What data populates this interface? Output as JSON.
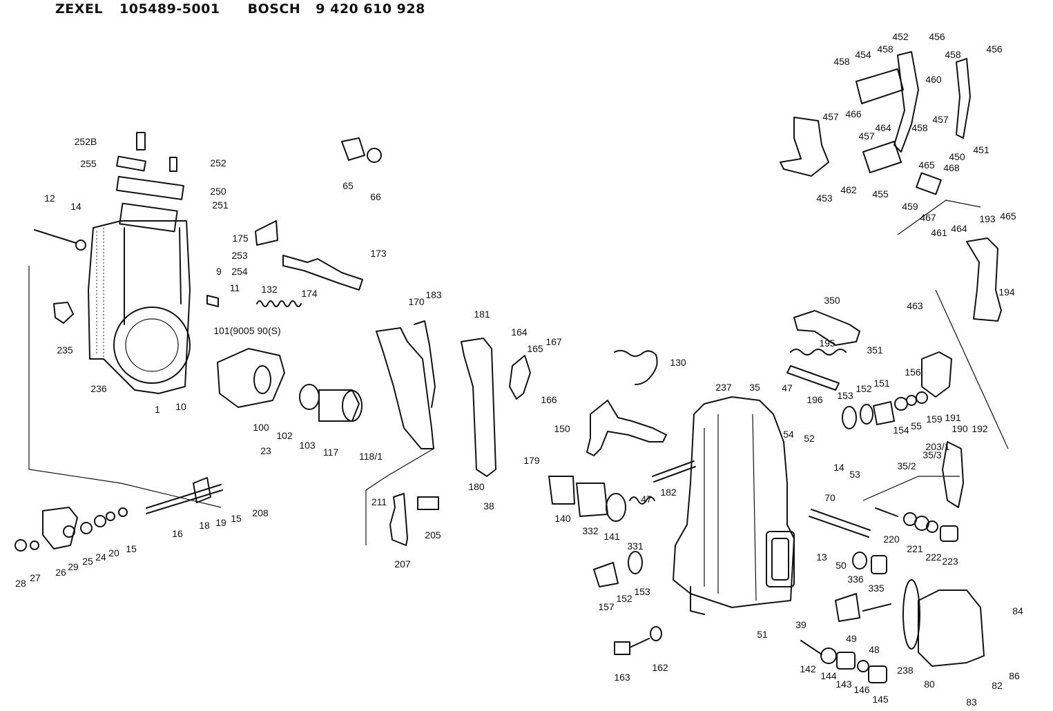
{
  "header": {
    "brand1": "ZEXEL",
    "part_no_1": "105489-5001",
    "brand2": "BOSCH",
    "part_no_2": "9 420 610 928"
  },
  "callouts": [
    {
      "id": "1",
      "label": "1"
    },
    {
      "id": "9",
      "label": "9"
    },
    {
      "id": "10",
      "label": "10"
    },
    {
      "id": "11",
      "label": "11"
    },
    {
      "id": "12",
      "label": "12"
    },
    {
      "id": "13",
      "label": "13"
    },
    {
      "id": "14a",
      "label": "14"
    },
    {
      "id": "14b",
      "label": "14"
    },
    {
      "id": "15a",
      "label": "15"
    },
    {
      "id": "15b",
      "label": "15"
    },
    {
      "id": "16",
      "label": "16"
    },
    {
      "id": "18",
      "label": "18"
    },
    {
      "id": "19",
      "label": "19"
    },
    {
      "id": "20",
      "label": "20"
    },
    {
      "id": "23",
      "label": "23"
    },
    {
      "id": "24",
      "label": "24"
    },
    {
      "id": "25",
      "label": "25"
    },
    {
      "id": "26",
      "label": "26"
    },
    {
      "id": "27",
      "label": "27"
    },
    {
      "id": "28",
      "label": "28"
    },
    {
      "id": "29",
      "label": "29"
    },
    {
      "id": "35",
      "label": "35"
    },
    {
      "id": "35_2",
      "label": "35/2"
    },
    {
      "id": "35_3",
      "label": "35/3"
    },
    {
      "id": "38",
      "label": "38"
    },
    {
      "id": "39",
      "label": "39"
    },
    {
      "id": "47a",
      "label": "47"
    },
    {
      "id": "47b",
      "label": "47"
    },
    {
      "id": "48",
      "label": "48"
    },
    {
      "id": "49",
      "label": "49"
    },
    {
      "id": "50",
      "label": "50"
    },
    {
      "id": "51",
      "label": "51"
    },
    {
      "id": "52",
      "label": "52"
    },
    {
      "id": "53",
      "label": "53"
    },
    {
      "id": "54",
      "label": "54"
    },
    {
      "id": "55",
      "label": "55"
    },
    {
      "id": "65",
      "label": "65"
    },
    {
      "id": "66",
      "label": "66"
    },
    {
      "id": "70",
      "label": "70"
    },
    {
      "id": "80",
      "label": "80"
    },
    {
      "id": "82",
      "label": "82"
    },
    {
      "id": "83",
      "label": "83"
    },
    {
      "id": "84",
      "label": "84"
    },
    {
      "id": "86",
      "label": "86"
    },
    {
      "id": "100",
      "label": "100"
    },
    {
      "id": "101",
      "label": "101(9005 90(S)"
    },
    {
      "id": "102",
      "label": "102"
    },
    {
      "id": "103",
      "label": "103"
    },
    {
      "id": "117",
      "label": "117"
    },
    {
      "id": "118_1",
      "label": "118/1"
    },
    {
      "id": "130",
      "label": "130"
    },
    {
      "id": "132",
      "label": "132"
    },
    {
      "id": "140",
      "label": "140"
    },
    {
      "id": "141",
      "label": "141"
    },
    {
      "id": "142",
      "label": "142"
    },
    {
      "id": "143",
      "label": "143"
    },
    {
      "id": "144",
      "label": "144"
    },
    {
      "id": "145",
      "label": "145"
    },
    {
      "id": "146",
      "label": "146"
    },
    {
      "id": "150",
      "label": "150"
    },
    {
      "id": "151",
      "label": "151"
    },
    {
      "id": "152a",
      "label": "152"
    },
    {
      "id": "152b",
      "label": "152"
    },
    {
      "id": "153a",
      "label": "153"
    },
    {
      "id": "153b",
      "label": "153"
    },
    {
      "id": "154",
      "label": "154"
    },
    {
      "id": "156",
      "label": "156"
    },
    {
      "id": "157",
      "label": "157"
    },
    {
      "id": "159",
      "label": "159"
    },
    {
      "id": "162",
      "label": "162"
    },
    {
      "id": "163",
      "label": "163"
    },
    {
      "id": "164",
      "label": "164"
    },
    {
      "id": "165",
      "label": "165"
    },
    {
      "id": "166",
      "label": "166"
    },
    {
      "id": "167",
      "label": "167"
    },
    {
      "id": "170",
      "label": "170"
    },
    {
      "id": "173",
      "label": "173"
    },
    {
      "id": "174",
      "label": "174"
    },
    {
      "id": "175",
      "label": "175"
    },
    {
      "id": "179",
      "label": "179"
    },
    {
      "id": "180",
      "label": "180"
    },
    {
      "id": "181",
      "label": "181"
    },
    {
      "id": "182",
      "label": "182"
    },
    {
      "id": "183",
      "label": "183"
    },
    {
      "id": "190",
      "label": "190"
    },
    {
      "id": "191",
      "label": "191"
    },
    {
      "id": "192",
      "label": "192"
    },
    {
      "id": "193",
      "label": "193"
    },
    {
      "id": "194",
      "label": "194"
    },
    {
      "id": "195",
      "label": "195"
    },
    {
      "id": "196",
      "label": "196"
    },
    {
      "id": "203_1",
      "label": "203/1"
    },
    {
      "id": "205",
      "label": "205"
    },
    {
      "id": "207",
      "label": "207"
    },
    {
      "id": "208",
      "label": "208"
    },
    {
      "id": "211",
      "label": "211"
    },
    {
      "id": "220",
      "label": "220"
    },
    {
      "id": "221",
      "label": "221"
    },
    {
      "id": "222",
      "label": "222"
    },
    {
      "id": "223",
      "label": "223"
    },
    {
      "id": "235",
      "label": "235"
    },
    {
      "id": "236",
      "label": "236"
    },
    {
      "id": "237",
      "label": "237"
    },
    {
      "id": "238",
      "label": "238"
    },
    {
      "id": "250",
      "label": "250"
    },
    {
      "id": "251",
      "label": "251"
    },
    {
      "id": "252",
      "label": "252"
    },
    {
      "id": "252B",
      "label": "252B"
    },
    {
      "id": "253",
      "label": "253"
    },
    {
      "id": "254",
      "label": "254"
    },
    {
      "id": "255",
      "label": "255"
    },
    {
      "id": "331",
      "label": "331"
    },
    {
      "id": "332",
      "label": "332"
    },
    {
      "id": "335",
      "label": "335"
    },
    {
      "id": "336",
      "label": "336"
    },
    {
      "id": "350",
      "label": "350"
    },
    {
      "id": "351",
      "label": "351"
    },
    {
      "id": "450",
      "label": "450"
    },
    {
      "id": "451",
      "label": "451"
    },
    {
      "id": "452",
      "label": "452"
    },
    {
      "id": "453",
      "label": "453"
    },
    {
      "id": "454",
      "label": "454"
    },
    {
      "id": "455",
      "label": "455"
    },
    {
      "id": "456a",
      "label": "456"
    },
    {
      "id": "456b",
      "label": "456"
    },
    {
      "id": "457a",
      "label": "457"
    },
    {
      "id": "457b",
      "label": "457"
    },
    {
      "id": "457c",
      "label": "457"
    },
    {
      "id": "458a",
      "label": "458"
    },
    {
      "id": "458b",
      "label": "458"
    },
    {
      "id": "458c",
      "label": "458"
    },
    {
      "id": "458d",
      "label": "458"
    },
    {
      "id": "459",
      "label": "459"
    },
    {
      "id": "460",
      "label": "460"
    },
    {
      "id": "461",
      "label": "461"
    },
    {
      "id": "462",
      "label": "462"
    },
    {
      "id": "463",
      "label": "463"
    },
    {
      "id": "464a",
      "label": "464"
    },
    {
      "id": "464b",
      "label": "464"
    },
    {
      "id": "465a",
      "label": "465"
    },
    {
      "id": "465b",
      "label": "465"
    },
    {
      "id": "466",
      "label": "466"
    },
    {
      "id": "467",
      "label": "467"
    },
    {
      "id": "468",
      "label": "468"
    }
  ]
}
